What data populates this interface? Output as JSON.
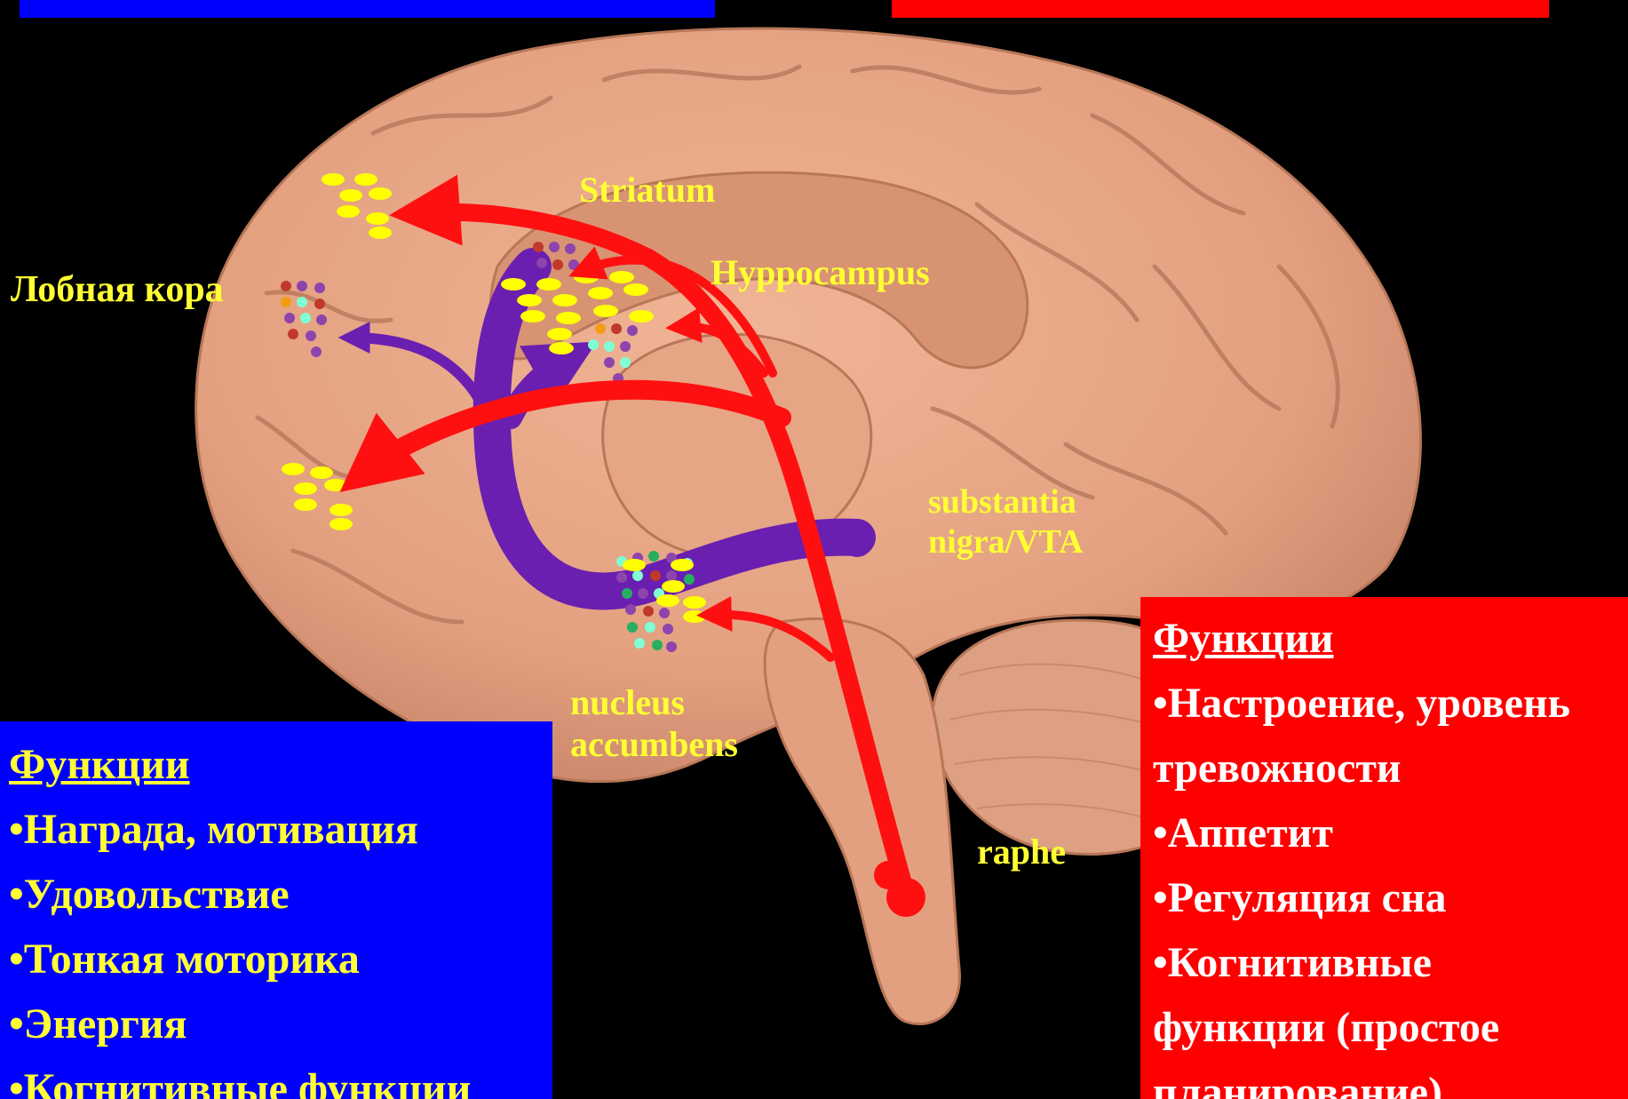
{
  "colors": {
    "background": "#000000",
    "brain": "#e8a588",
    "dopamine_pathway": "#6a1fb0",
    "serotonin_pathway": "#ff1010",
    "dopamine_panel": "#0000ff",
    "serotonin_panel": "#ff0000",
    "label_text": "#ffff33"
  },
  "labels": {
    "frontal_cortex": "Лобная кора",
    "striatum": "Striatum",
    "hippocampus": "Hyppocampus",
    "substantia_nigra_line1": "substantia",
    "substantia_nigra_line2": "nigra/VTA",
    "nucleus_accumbens_line1": "nucleus",
    "nucleus_accumbens_line2": "accumbens",
    "raphe": "raphe"
  },
  "dopamine_panel": {
    "title": "Функции",
    "items": [
      "•Награда, мотивация",
      "•Удовольствие",
      "•Тонкая моторика",
      "•Энергия",
      "•Когнитивные функции"
    ]
  },
  "serotonin_panel": {
    "title": "Функции",
    "lines": [
      "•Настроение, уровень",
      "тревожности",
      "•Аппетит",
      "•Регуляция сна",
      "•Когнитивные",
      "функции (простое",
      "планирование)"
    ]
  }
}
